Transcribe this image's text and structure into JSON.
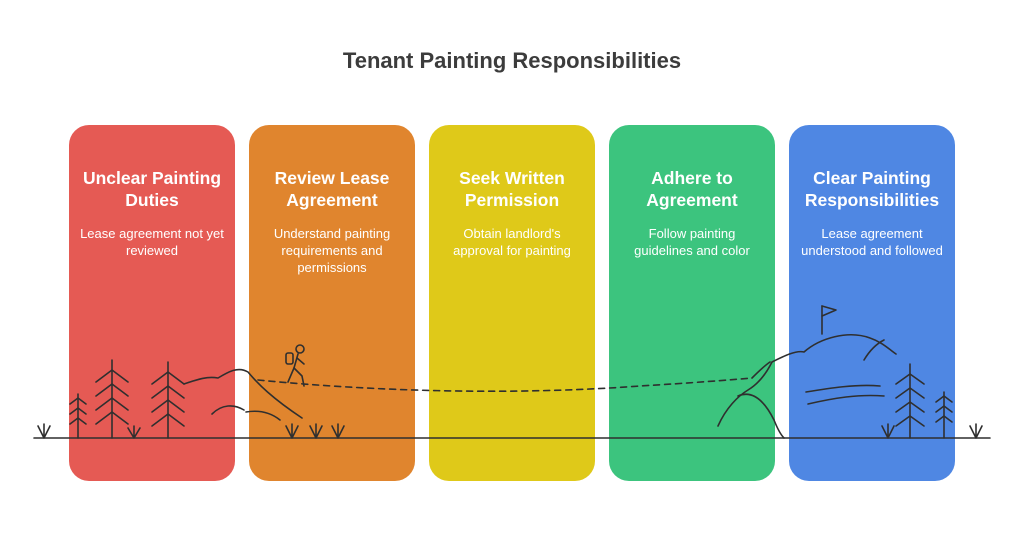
{
  "title": "Tenant Painting Responsibilities",
  "cards": [
    {
      "title": "Unclear Painting Duties",
      "desc": "Lease agreement not yet reviewed",
      "color": "#e55a54"
    },
    {
      "title": "Review Lease Agreement",
      "desc": "Understand painting requirements and permissions",
      "color": "#e0852e"
    },
    {
      "title": "Seek Written Permission",
      "desc": "Obtain landlord's approval for painting",
      "color": "#dfc919"
    },
    {
      "title": "Adhere to Agreement",
      "desc": "Follow painting guidelines and color",
      "color": "#3cc47e"
    },
    {
      "title": "Clear Painting Responsibilities",
      "desc": "Lease agreement understood and followed",
      "color": "#4f87e3"
    }
  ],
  "icons": {
    "hiker": "hiker-icon",
    "flag": "flag-icon",
    "tree": "pine-tree-icon",
    "grass": "grass-tuft-icon"
  },
  "line_color": "#2f2f2f"
}
